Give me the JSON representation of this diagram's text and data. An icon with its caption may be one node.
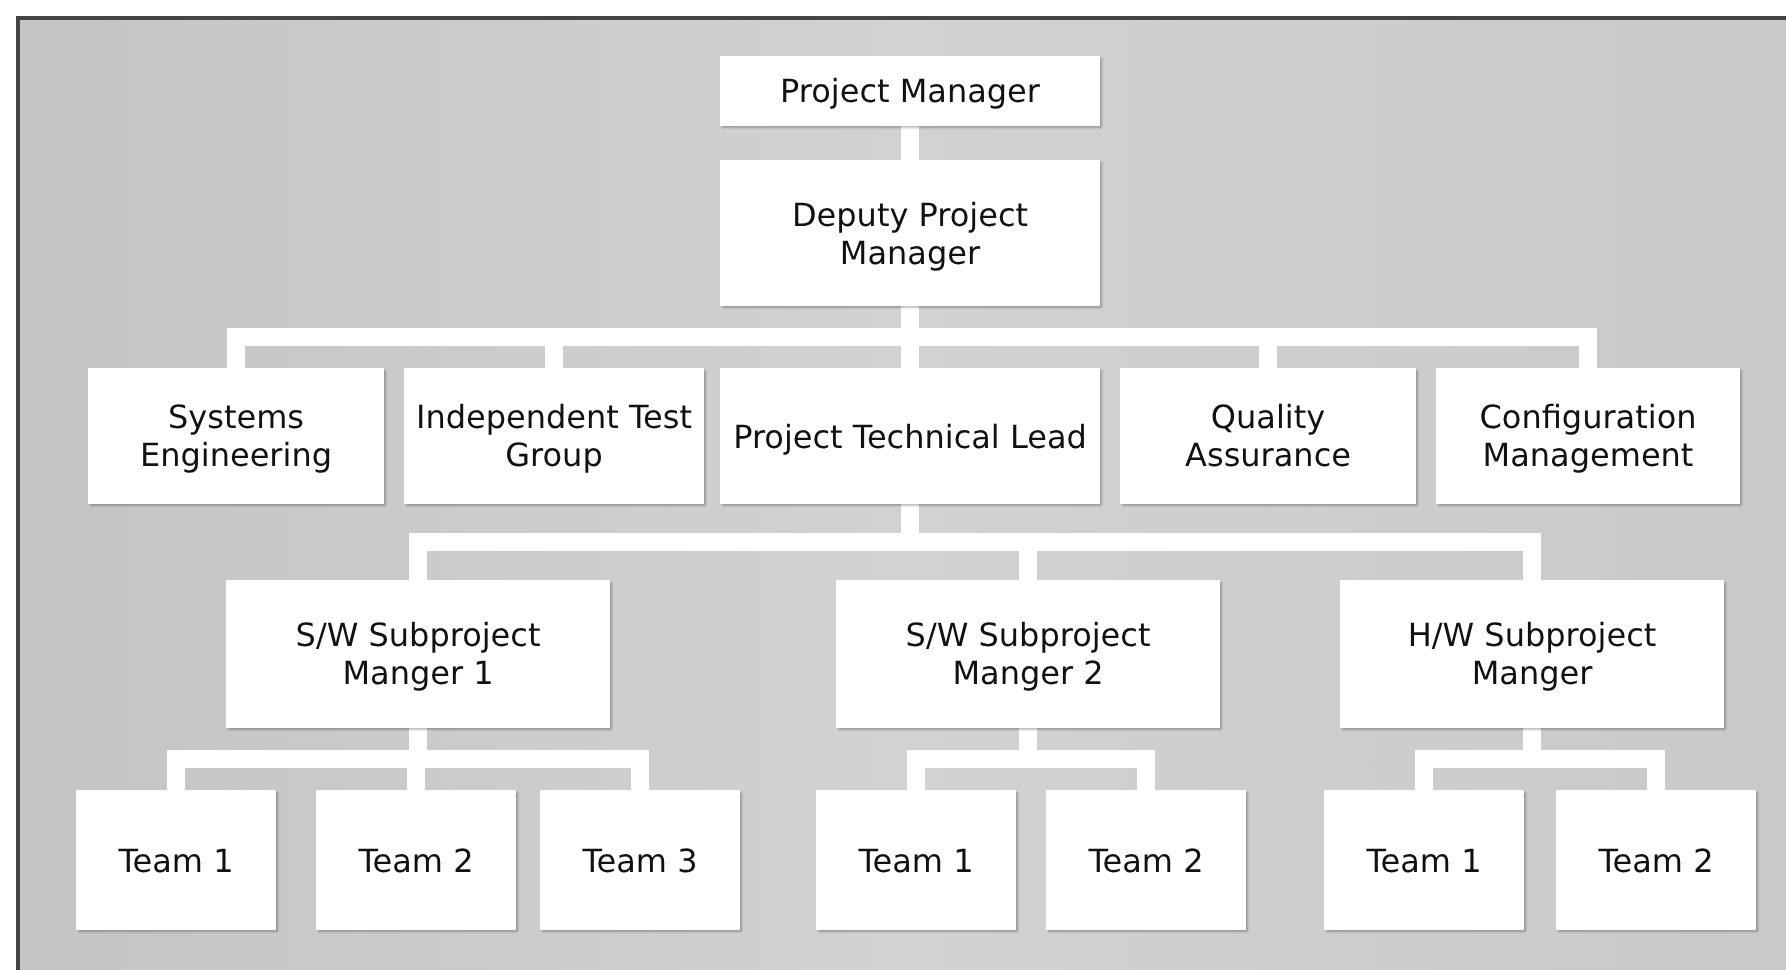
{
  "diagram": {
    "nodes": [
      {
        "text": [
          "Project Manager"
        ]
      },
      {
        "text": [
          "Deputy Project Manager"
        ]
      },
      {
        "text": [
          "Systems Engineering"
        ]
      },
      {
        "text": [
          "Independent Test Group"
        ]
      },
      {
        "text": [
          "Project Technical Lead"
        ]
      },
      {
        "text": [
          "Quality Assurance"
        ]
      },
      {
        "text": [
          "Configuration Management"
        ]
      },
      {
        "text": [
          "S/W Subproject Manger 1"
        ]
      },
      {
        "text": [
          "S/W Subproject Manger 2"
        ]
      },
      {
        "text": [
          "H/W Subproject Manger"
        ]
      },
      {
        "text": [
          "Team 1"
        ]
      },
      {
        "text": [
          "Team 2"
        ]
      },
      {
        "text": [
          "Team 3"
        ]
      },
      {
        "text": [
          "Team 1"
        ]
      },
      {
        "text": [
          "Team 2"
        ]
      },
      {
        "text": [
          "Team 1"
        ]
      },
      {
        "text": [
          "Team 2"
        ]
      }
    ],
    "edges": [
      {
        "from": 0,
        "to": 1,
        "arrow": "none"
      },
      {
        "from": 1,
        "to": 2,
        "arrow": "none"
      },
      {
        "from": 1,
        "to": 3,
        "arrow": "none"
      },
      {
        "from": 1,
        "to": 4,
        "arrow": "none"
      },
      {
        "from": 1,
        "to": 5,
        "arrow": "none"
      },
      {
        "from": 1,
        "to": 6,
        "arrow": "none"
      },
      {
        "from": 4,
        "to": 7,
        "arrow": "none"
      },
      {
        "from": 4,
        "to": 8,
        "arrow": "none"
      },
      {
        "from": 4,
        "to": 9,
        "arrow": "none"
      },
      {
        "from": 7,
        "to": 10,
        "arrow": "none"
      },
      {
        "from": 7,
        "to": 11,
        "arrow": "none"
      },
      {
        "from": 7,
        "to": 12,
        "arrow": "none"
      },
      {
        "from": 8,
        "to": 13,
        "arrow": "none"
      },
      {
        "from": 8,
        "to": 14,
        "arrow": "none"
      },
      {
        "from": 9,
        "to": 15,
        "arrow": "none"
      },
      {
        "from": 9,
        "to": 16,
        "arrow": "none"
      }
    ]
  }
}
